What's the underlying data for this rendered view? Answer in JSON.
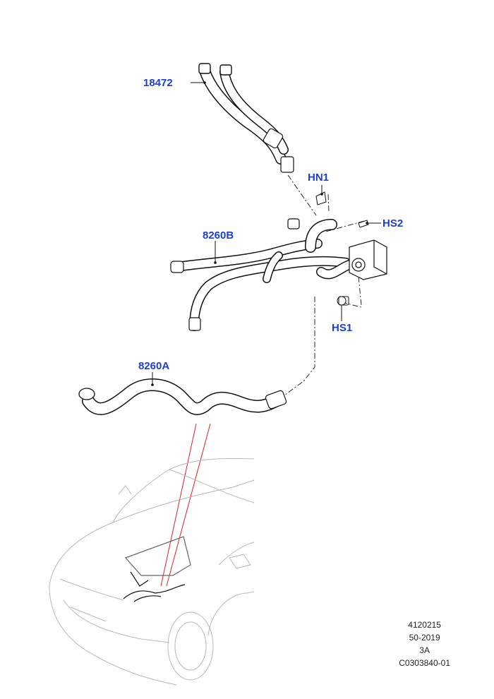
{
  "callouts": {
    "part_18472": "18472",
    "part_hn1": "HN1",
    "part_hs2": "HS2",
    "part_8260b": "8260B",
    "part_hs1": "HS1",
    "part_8260a": "8260A"
  },
  "footer": {
    "line1": "4120215",
    "line2": "50-2019",
    "line3": "3A",
    "line4": "C0303840-01"
  },
  "colors": {
    "callout": "#1a3fd6",
    "line": "#111111",
    "leader_red": "#e02020",
    "vehicle": "#b8b8b8"
  }
}
